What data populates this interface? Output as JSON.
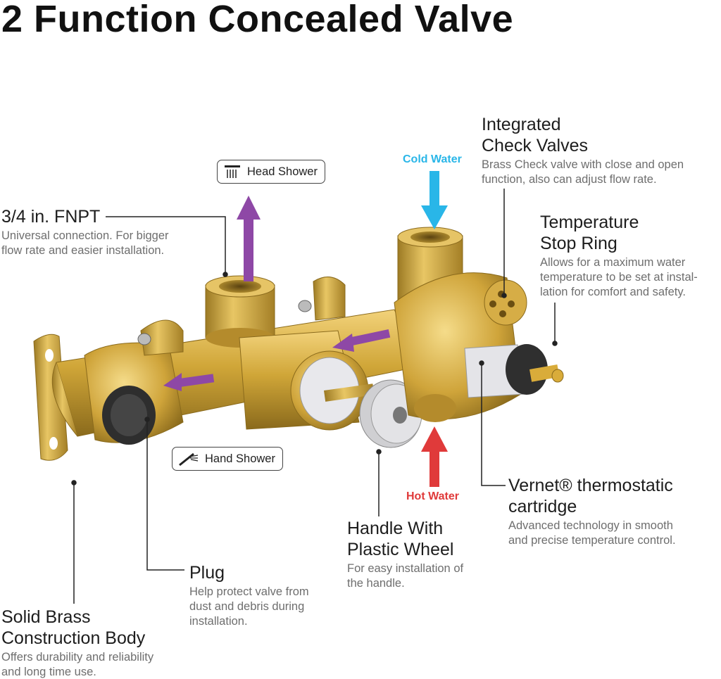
{
  "title": "2 Function Concealed Valve",
  "flows": {
    "cold": "Cold Water",
    "hot": "Hot Water"
  },
  "outlets": {
    "head": "Head Shower",
    "hand": "Hand Shower"
  },
  "annotations": {
    "fnpt": {
      "heading": [
        "3/4 in. FNPT"
      ],
      "desc": [
        "Universal connection. For bigger",
        "flow rate and easier installation."
      ]
    },
    "check": {
      "heading": [
        "Integrated",
        "Check Valves"
      ],
      "desc": [
        "Brass Check valve with close and open",
        "function, also can adjust flow rate."
      ]
    },
    "stop": {
      "heading": [
        "Temperature",
        "Stop Ring"
      ],
      "desc": [
        "Allows for a maximum water",
        "temperature to be set at instal-",
        "lation for comfort and safety."
      ]
    },
    "vernet": {
      "heading": [
        "Vernet® thermostatic",
        "cartridge"
      ],
      "desc": [
        "Advanced technology in smooth",
        "and precise temperature control."
      ]
    },
    "handle": {
      "heading": [
        "Handle With",
        "Plastic Wheel"
      ],
      "desc": [
        "For easy installation of",
        "the handle."
      ]
    },
    "plug": {
      "heading": [
        "Plug"
      ],
      "desc": [
        "Help protect valve from",
        "dust and debris during",
        "installation."
      ]
    },
    "body": {
      "heading": [
        "Solid Brass",
        "Construction Body"
      ],
      "desc": [
        "Offers durability and reliability",
        "and long time use."
      ]
    }
  },
  "colors": {
    "cold": "#29b6e8",
    "hot": "#e03a3a",
    "flow_arrow": "#8e48a6",
    "brass": "#c9a23a",
    "leader": "#222222"
  }
}
